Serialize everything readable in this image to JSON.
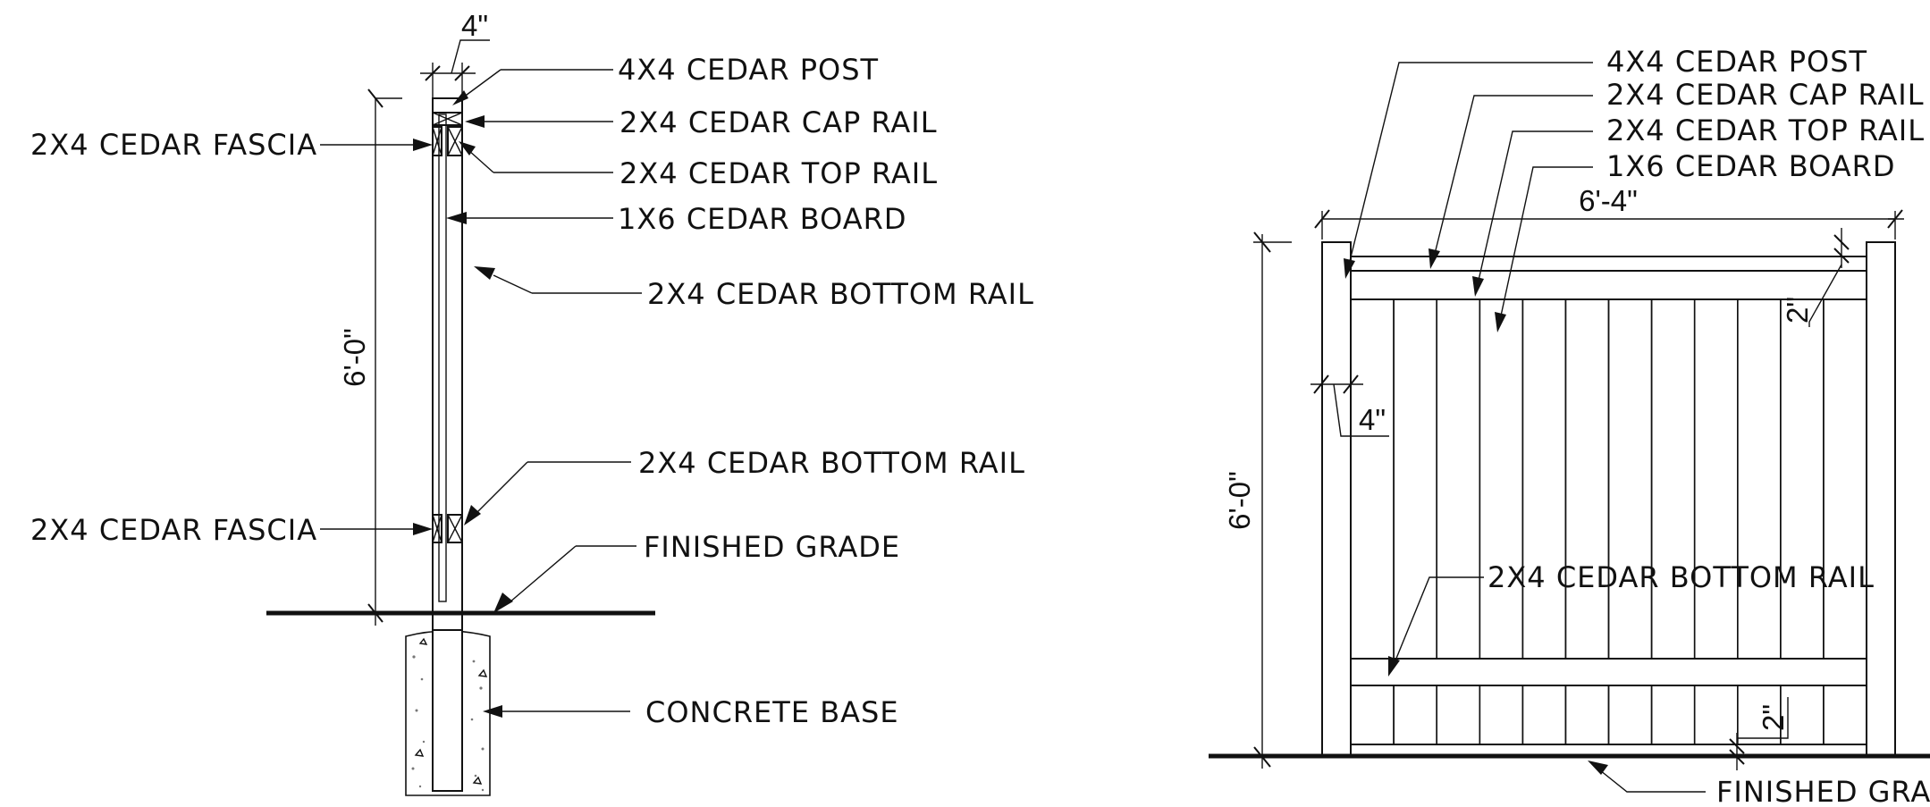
{
  "section_view": {
    "dim_post_width": "4\"",
    "dim_height": "6'-0\"",
    "labels": {
      "post": "4X4 CEDAR POST",
      "cap_rail": "2X4 CEDAR CAP RAIL",
      "top_rail": "2X4 CEDAR TOP RAIL",
      "board": "1X6 CEDAR BOARD",
      "bottom_rail_upper": "2X4 CEDAR BOTTOM RAIL",
      "bottom_rail_lower": "2X4 CEDAR BOTTOM RAIL",
      "fascia_upper": "2X4 CEDAR FASCIA",
      "fascia_lower": "2X4 CEDAR FASCIA",
      "finished_grade": "FINISHED GRADE",
      "concrete_base": "CONCRETE BASE"
    }
  },
  "elevation_view": {
    "dim_width": "6'-4\"",
    "dim_height": "6'-0\"",
    "dim_post_width": "4\"",
    "dim_top_gap": "2\"",
    "dim_bottom_gap": "2\"",
    "labels": {
      "post": "4X4 CEDAR POST",
      "cap_rail": "2X4 CEDAR CAP RAIL",
      "top_rail": "2X4 CEDAR TOP RAIL",
      "board": "1X6 CEDAR BOARD",
      "bottom_rail": "2X4 CEDAR BOTTOM RAIL",
      "finished_grade": "FINISHED GRADE"
    }
  }
}
